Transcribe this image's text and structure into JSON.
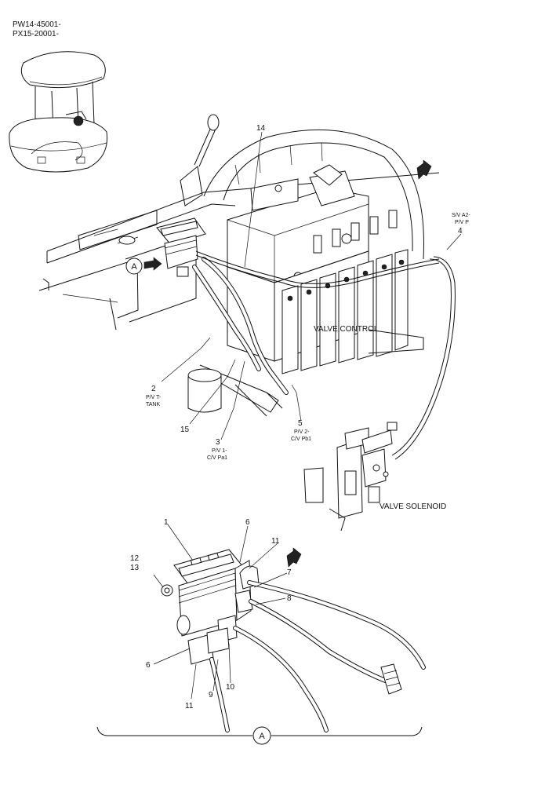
{
  "header": {
    "serial_1": "PW14-45001-",
    "serial_2": "PX15-20001-"
  },
  "main_view": {
    "detail_marker": "A",
    "callout_14": "14",
    "callout_2": "2",
    "callout_2_desc_1": "P/V T-",
    "callout_2_desc_2": "TANK",
    "callout_15": "15",
    "callout_3": "3",
    "callout_3_desc_1": "P/V 1-",
    "callout_3_desc_2": "C/V Pa1",
    "callout_5": "5",
    "callout_5_desc_1": "P/V 2-",
    "callout_5_desc_2": "C/V Pb1",
    "callout_4": "4",
    "callout_4_desc_1": "S/V A2-",
    "callout_4_desc_2": "P/V P",
    "valve_control_label": "VALVE,CONTROL",
    "valve_solenoid_label": "VALVE SOLENOID"
  },
  "detail_view": {
    "marker": "A",
    "callouts": {
      "c1": "1",
      "c6_top": "6",
      "c11_top": "11",
      "c12": "12",
      "c13": "13",
      "c7": "7",
      "c8": "8",
      "c6_bottom": "6",
      "c11_bottom": "11",
      "c9": "9",
      "c10": "10"
    }
  }
}
